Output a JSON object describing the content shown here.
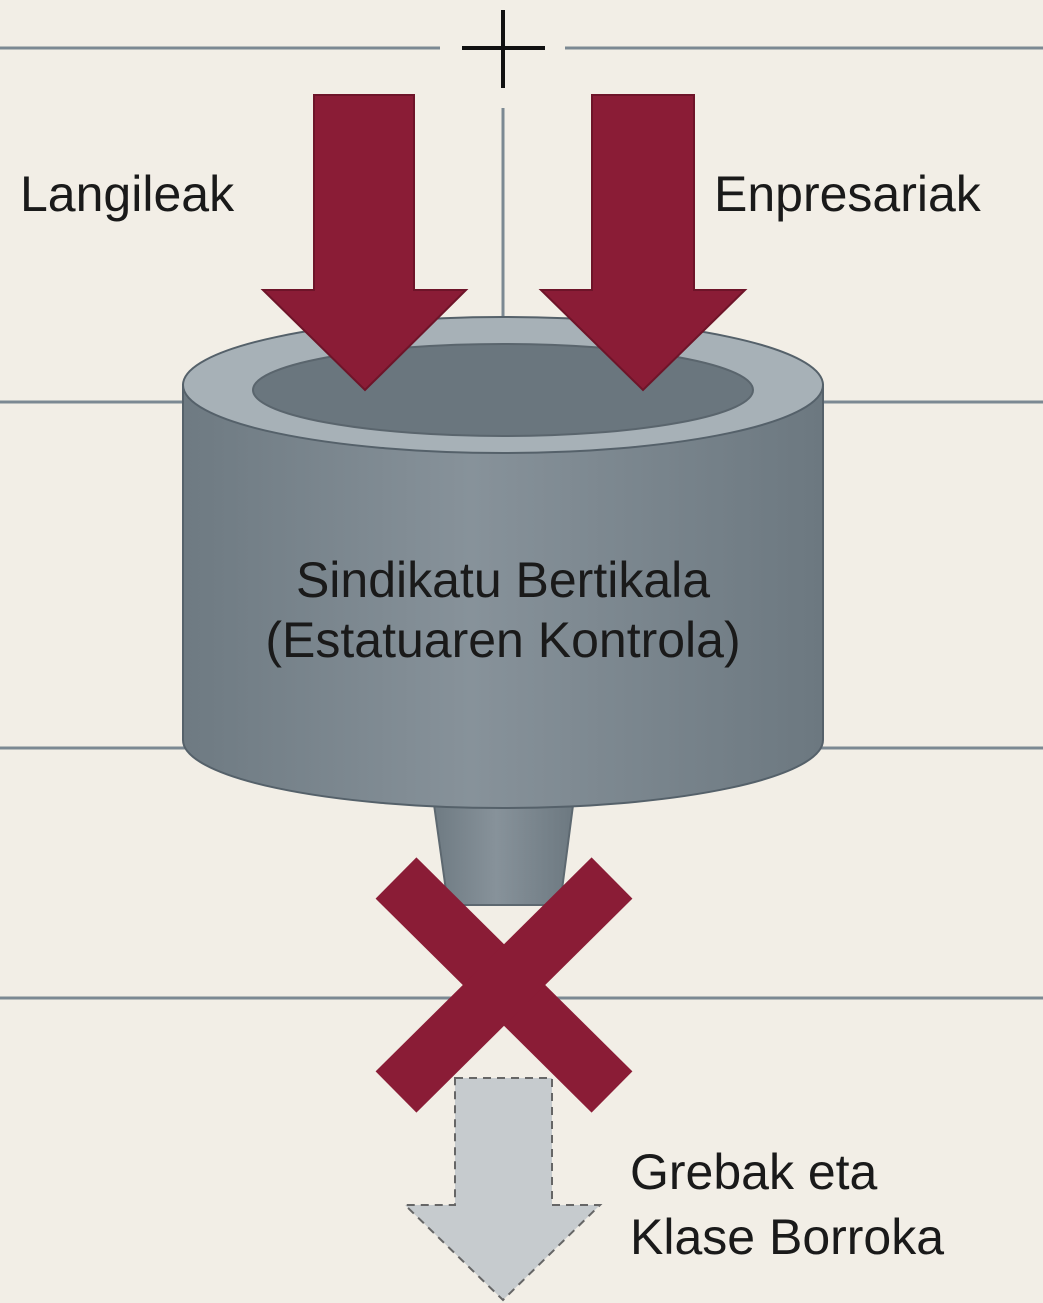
{
  "colors": {
    "background": "#f2eee6",
    "rule_lines": "#7c8993",
    "arrow_red": "#8a1c36",
    "cylinder_body": "#7d8991",
    "cylinder_rim": "#a7b1b7",
    "blocked_arrow": "#c6cbce",
    "text": "#1a1a1a"
  },
  "icons": {
    "plus": "plus-icon",
    "cross": "x-mark-icon"
  },
  "labels": {
    "workers": "Langileak",
    "employers": "Enpresariak"
  },
  "center": {
    "line1": "Sindikatu Bertikala",
    "line2": "(Estatuaren Kontrola)"
  },
  "outcome": {
    "line1": "Grebak eta",
    "line2": "Klase Borroka"
  }
}
